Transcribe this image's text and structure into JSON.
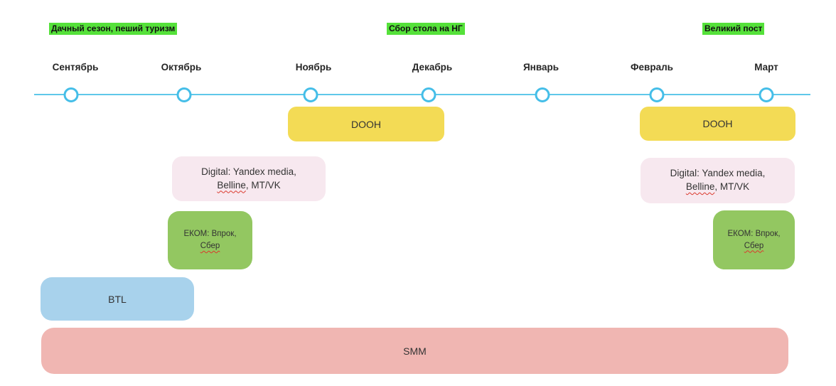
{
  "seasons": [
    {
      "label": "Дачный сезон, пеший туризм"
    },
    {
      "label": "Сбор стола на НГ"
    },
    {
      "label": "Великий пост"
    }
  ],
  "timeline": {
    "months": [
      "Сентябрь",
      "Октябрь",
      "Ноябрь",
      "Декабрь",
      "Январь",
      "Февраль",
      "Март"
    ]
  },
  "channels": {
    "dooh_nov_dec": {
      "label": "DOOH"
    },
    "dooh_feb_mar": {
      "label": "DOOH"
    },
    "digital_oct_nov": {
      "line1": "Digital: Yandex media,",
      "misspelled": "Belline",
      "line2_rest": ", MT/VK"
    },
    "digital_feb_mar": {
      "line1": "Digital: Yandex media,",
      "misspelled": "Belline",
      "line2_rest": ", MT/VK"
    },
    "ekom_oct": {
      "line1": "ЕКОМ: Впрок,",
      "misspelled": "Сбер"
    },
    "ekom_feb_mar": {
      "line1": "ЕКОМ: Впрок,",
      "misspelled": "Сбер"
    },
    "btl_sep_oct": {
      "label": "BTL"
    },
    "smm_sep_mar": {
      "label": "SMM"
    }
  },
  "colors": {
    "season_highlight_green": "#55E13A",
    "timeline_blue": "#45BEE8",
    "dooh_yellow": "#F3DB55",
    "digital_light_pink": "#F7E8EF",
    "ekom_green": "#93C761",
    "btl_blue": "#A8D2EC",
    "smm_salmon": "#F0B6B2",
    "spellcheck_red": "#DB382C",
    "text_dark": "#2B2B2B"
  }
}
